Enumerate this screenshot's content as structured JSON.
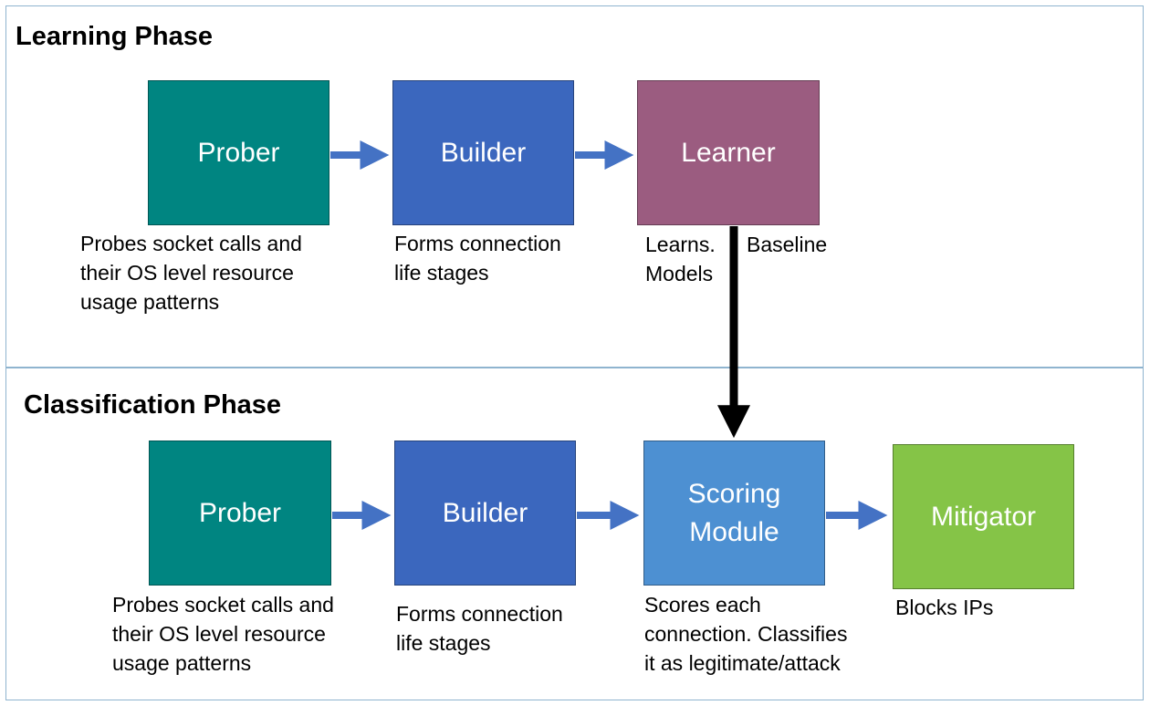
{
  "learning_phase": {
    "title": "Learning Phase",
    "prober": {
      "label": "Prober",
      "description": "Probes socket calls and\ntheir OS level resource\nusage patterns"
    },
    "builder": {
      "label": "Builder",
      "description": "Forms connection\nlife stages"
    },
    "learner": {
      "label": "Learner",
      "description_left": "Learns.\nModels",
      "description_right": "Baseline"
    }
  },
  "classification_phase": {
    "title": "Classification Phase",
    "prober": {
      "label": "Prober",
      "description": "Probes socket calls and\ntheir OS level resource\nusage patterns"
    },
    "builder": {
      "label": "Builder",
      "description": "Forms connection\nlife stages"
    },
    "scoring": {
      "label": "Scoring\nModule",
      "description": "Scores each\nconnection. Classifies\nit as legitimate/attack"
    },
    "mitigator": {
      "label": "Mitigator",
      "description": "Blocks IPs"
    }
  },
  "colors": {
    "prober": "#008581",
    "builder": "#3b67be",
    "learner": "#9b5c80",
    "scoring": "#4d90d2",
    "mitigator": "#85c447",
    "flow_arrow": "#4472c4",
    "model_arrow": "#000000"
  }
}
